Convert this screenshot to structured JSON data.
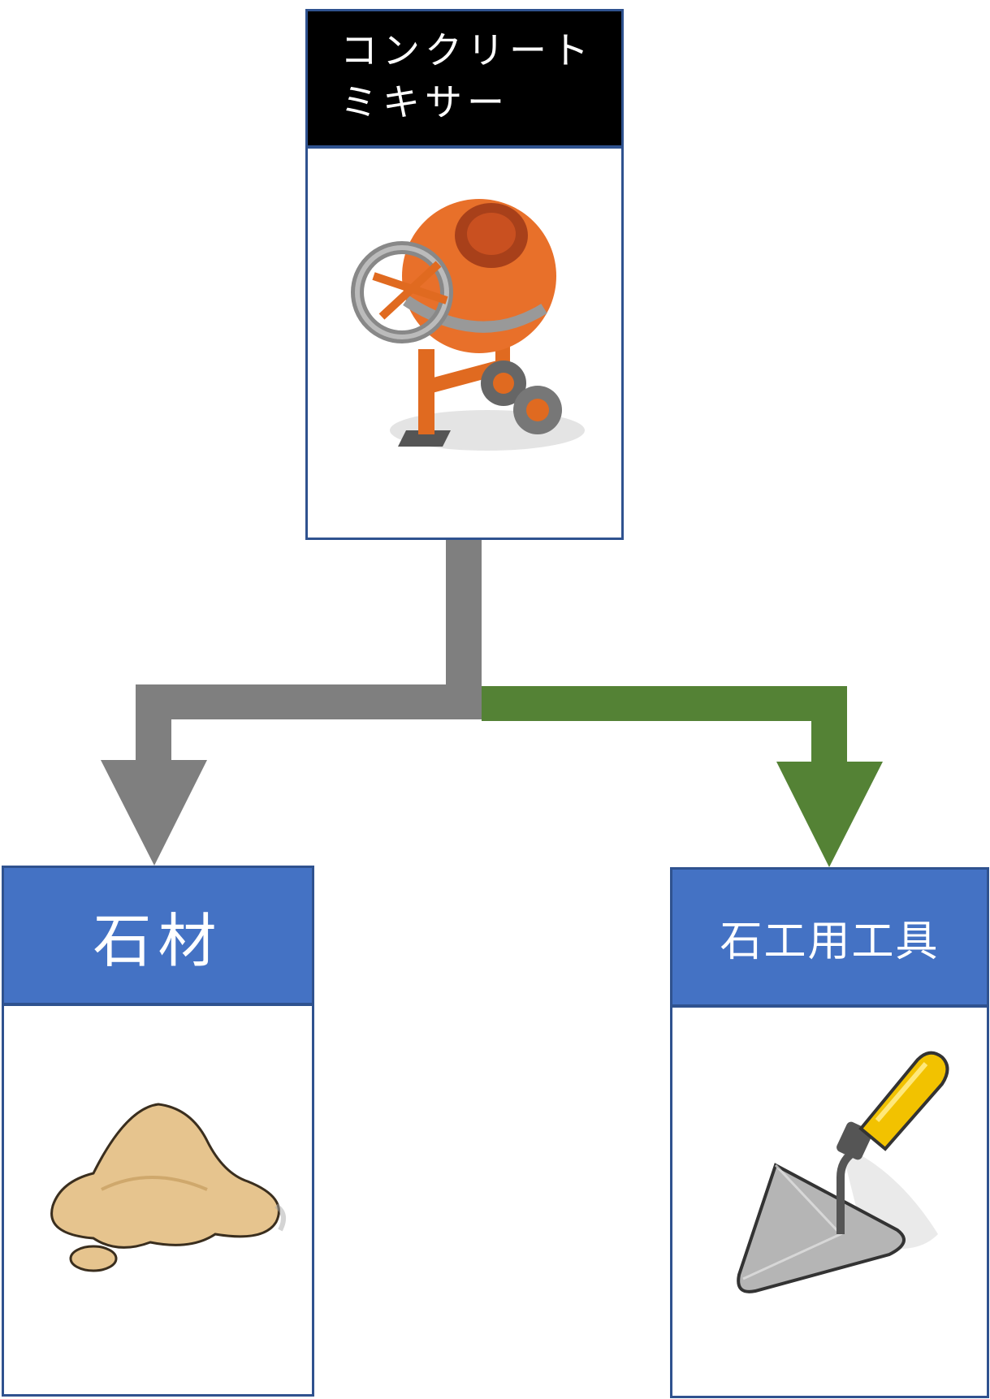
{
  "top_card": {
    "title_line1": "コンクリート",
    "title_line2": "ミキサー",
    "icon": "concrete-mixer-icon",
    "header_color": "#000000"
  },
  "left_card": {
    "title": "石材",
    "icon": "sand-pile-icon",
    "header_color": "#4472C4"
  },
  "right_card": {
    "title": "石工用工具",
    "icon": "trowel-icon",
    "header_color": "#4472C4"
  },
  "connectors": {
    "left_arrow_color": "#7F7F7F",
    "right_arrow_color": "#548235"
  }
}
